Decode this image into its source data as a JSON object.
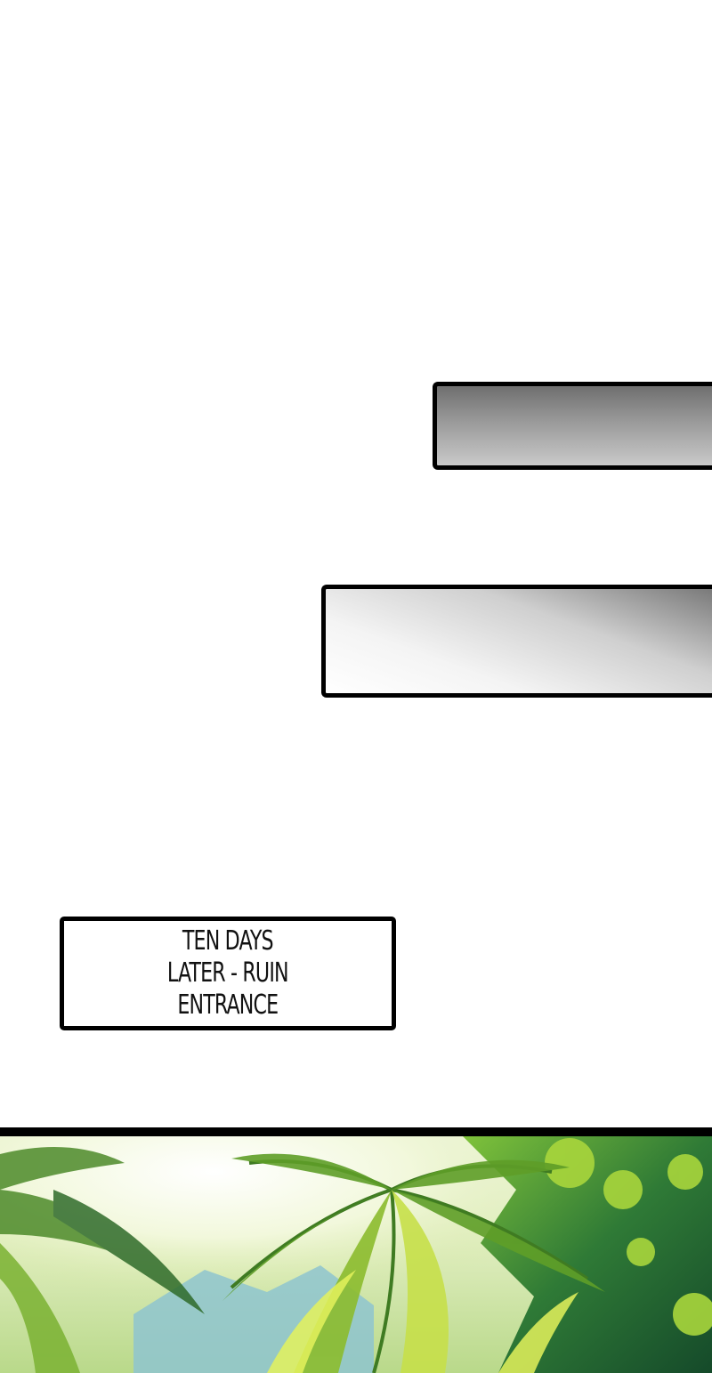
{
  "caption": {
    "lines": [
      "TEN DAYS",
      "LATER - RUIN",
      "ENTRANCE"
    ]
  },
  "scene": {
    "description_icon": "palm-jungle-illustration",
    "colors": {
      "sky_glow": "#fbfff0",
      "foliage_light": "#c9e34a",
      "foliage_mid": "#5d9b2e",
      "foliage_dark": "#1f5a2a",
      "mountain": "#7fb9c9"
    }
  }
}
